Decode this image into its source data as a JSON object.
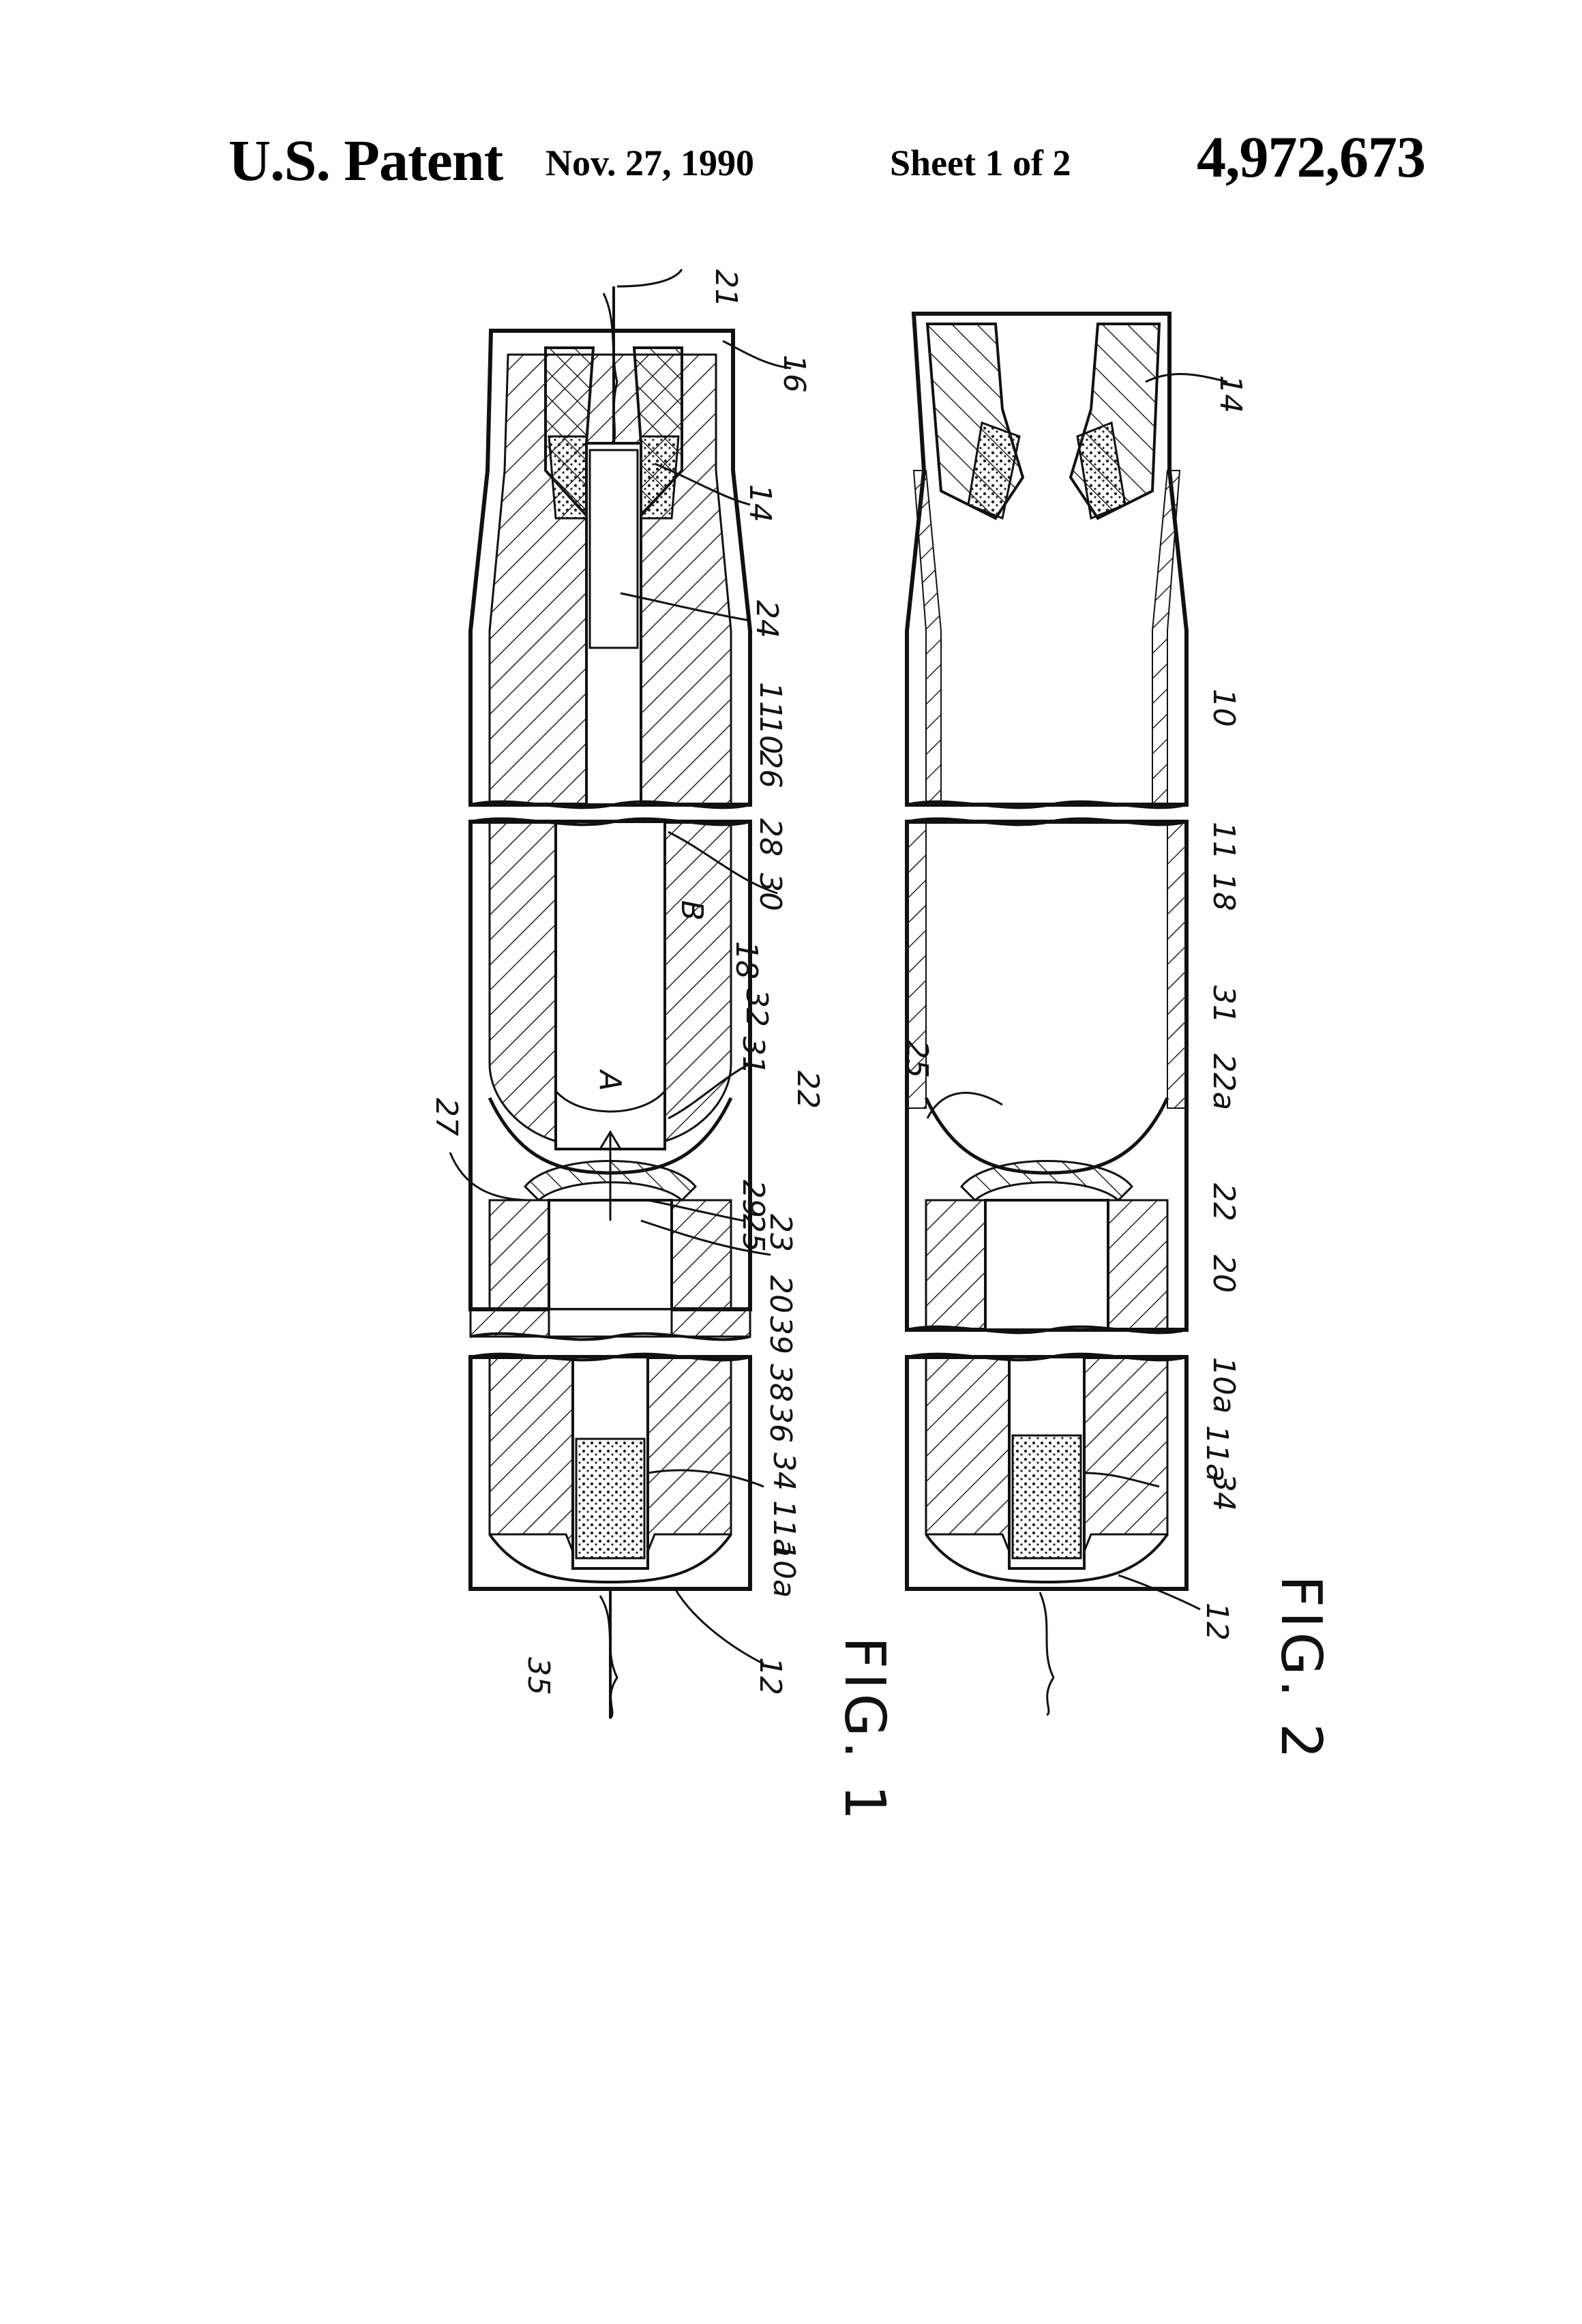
{
  "header": {
    "title": "U.S. Patent",
    "date": "Nov. 27, 1990",
    "sheet": "Sheet 1 of 2",
    "patent_number": "4,972,673"
  },
  "figures": [
    {
      "label": "FIG. 1",
      "refs": [
        "21",
        "16",
        "14",
        "24",
        "11",
        "10",
        "26",
        "28",
        "30",
        "B",
        "18",
        "32",
        "31",
        "22",
        "A",
        "27",
        "29",
        "25",
        "23",
        "20",
        "39",
        "38",
        "36",
        "34",
        "11a",
        "10a",
        "35",
        "12"
      ]
    },
    {
      "label": "FIG. 2",
      "refs": [
        "14",
        "10",
        "11",
        "18",
        "31",
        "25",
        "22a",
        "22",
        "20",
        "10a",
        "11a",
        "34",
        "12"
      ]
    }
  ]
}
